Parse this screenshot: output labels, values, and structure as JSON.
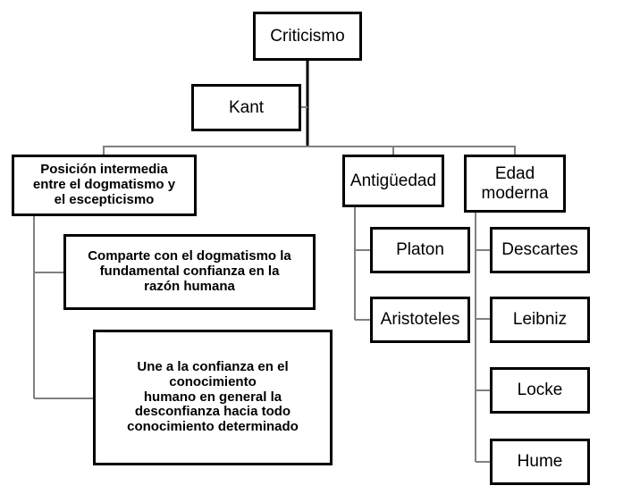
{
  "diagram": {
    "title": "Criticismo",
    "language": "es",
    "background_color": "#ffffff",
    "box_border_color": "#000000",
    "connector_color": "#808080",
    "text_color": "#000000",
    "nodes": {
      "root": {
        "label": "Criticismo"
      },
      "kant": {
        "label": "Kant"
      },
      "posicion": {
        "label": "Posición intermedia\nentre el dogmatismo y\nel escepticismo"
      },
      "comparte": {
        "label": "Comparte con el dogmatismo la\nfundamental confianza en la\nrazón humana"
      },
      "une": {
        "label": "Une a la confianza en el\nconocimiento\nhumano en general la\ndesconfianza  hacia todo\nconocimiento determinado"
      },
      "antiguedad": {
        "label": "Antigüedad"
      },
      "edad_moderna": {
        "label": "Edad\nmoderna"
      },
      "platon": {
        "label": "Platon"
      },
      "aristoteles": {
        "label": "Aristoteles"
      },
      "descartes": {
        "label": "Descartes"
      },
      "leibniz": {
        "label": "Leibniz"
      },
      "locke": {
        "label": "Locke"
      },
      "hume": {
        "label": "Hume"
      }
    },
    "edges": [
      {
        "from": "root",
        "to": "kant"
      },
      {
        "from": "kant",
        "to": "posicion"
      },
      {
        "from": "kant",
        "to": "antiguedad"
      },
      {
        "from": "kant",
        "to": "edad_moderna"
      },
      {
        "from": "posicion",
        "to": "comparte"
      },
      {
        "from": "posicion",
        "to": "une"
      },
      {
        "from": "antiguedad",
        "to": "platon"
      },
      {
        "from": "antiguedad",
        "to": "aristoteles"
      },
      {
        "from": "edad_moderna",
        "to": "descartes"
      },
      {
        "from": "edad_moderna",
        "to": "leibniz"
      },
      {
        "from": "edad_moderna",
        "to": "locke"
      },
      {
        "from": "edad_moderna",
        "to": "hume"
      }
    ]
  }
}
